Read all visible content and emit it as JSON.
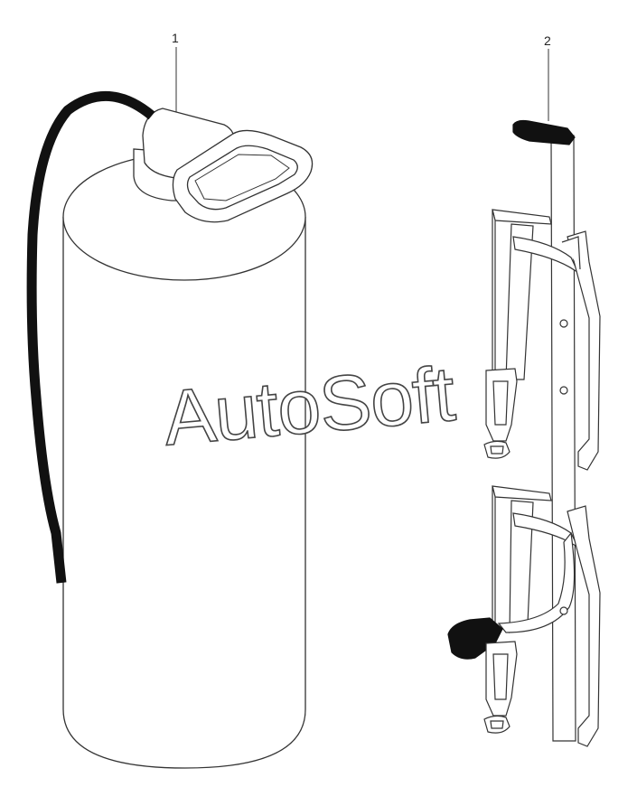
{
  "callouts": {
    "extinguisher": "1",
    "bracket": "2"
  },
  "watermark": "AutoSoft",
  "colors": {
    "line": "#333333",
    "fill": "#ffffff",
    "dark": "#111111"
  }
}
